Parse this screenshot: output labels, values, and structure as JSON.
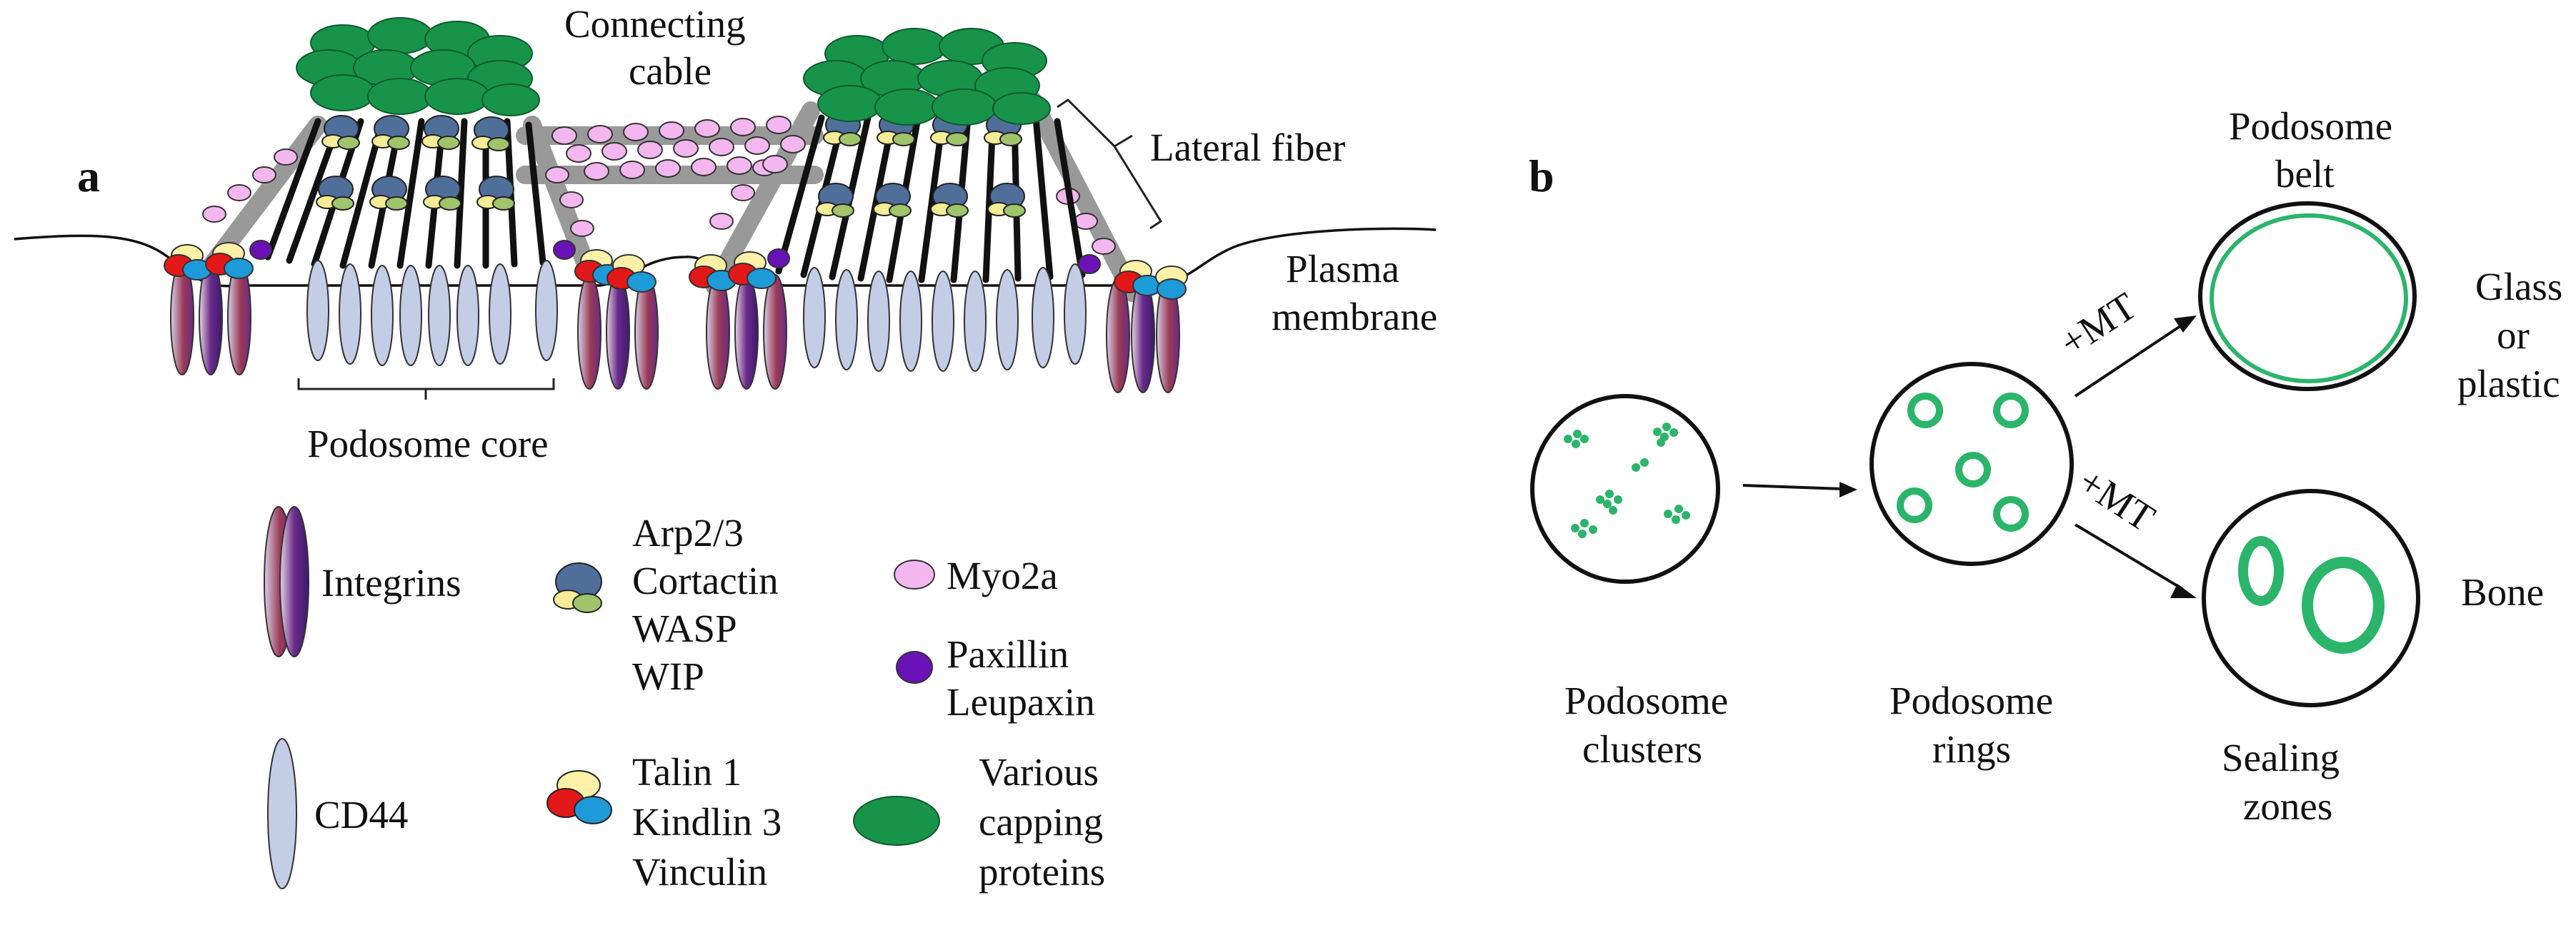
{
  "colors": {
    "integrin_light": "#d6d0e8",
    "integrin_purple": "#6a2a8a",
    "integrin_red": "#9b3a55",
    "cd44": "#c3cde6",
    "arp_blue": "#4f6f9a",
    "cortactin_yellow": "#f4ec96",
    "wasp_green": "#9fc46a",
    "myo2a_pink": "#f4b6ee",
    "paxillin_purple": "#6a12b8",
    "talin_yellow": "#fff2a8",
    "kindlin_red": "#e31818",
    "vinculin_cyan": "#1d9ad8",
    "capping_green": "#17944a",
    "actin_black": "#111111",
    "lateral_gray": "#8e8e8e",
    "podosome_green": "#2bb56a"
  },
  "panel_a": {
    "panel_label": "a",
    "labels": {
      "connecting_cable_1": "Connecting",
      "connecting_cable_2": "cable",
      "lateral_fiber": "Lateral fiber",
      "plasma_membrane_1": "Plasma",
      "plasma_membrane_2": "membrane",
      "podosome_core": "Podosome core"
    },
    "legend": {
      "integrins": "Integrins",
      "cd44": "CD44",
      "arp_group": [
        "Arp2/3",
        "Cortactin",
        "WASP",
        "WIP"
      ],
      "talin_group": [
        "Talin 1",
        "Kindlin 3",
        "Vinculin"
      ],
      "myo2a": "Myo2a",
      "paxillin_group": [
        "Paxillin",
        "Leupaxin"
      ],
      "capping_group": [
        "Various",
        "capping",
        "proteins"
      ]
    }
  },
  "panel_b": {
    "panel_label": "b",
    "labels": {
      "clusters_1": "Podosome",
      "clusters_2": "clusters",
      "rings_1": "Podosome",
      "rings_2": "rings",
      "belt_1": "Podosome",
      "belt_2": "belt",
      "sealing_1": "Sealing",
      "sealing_2": "zones",
      "glass_1": "Glass",
      "glass_2": "or",
      "glass_3": "plastic",
      "bone": "Bone",
      "mt_upper": "+MT",
      "mt_lower": "+MT"
    }
  }
}
